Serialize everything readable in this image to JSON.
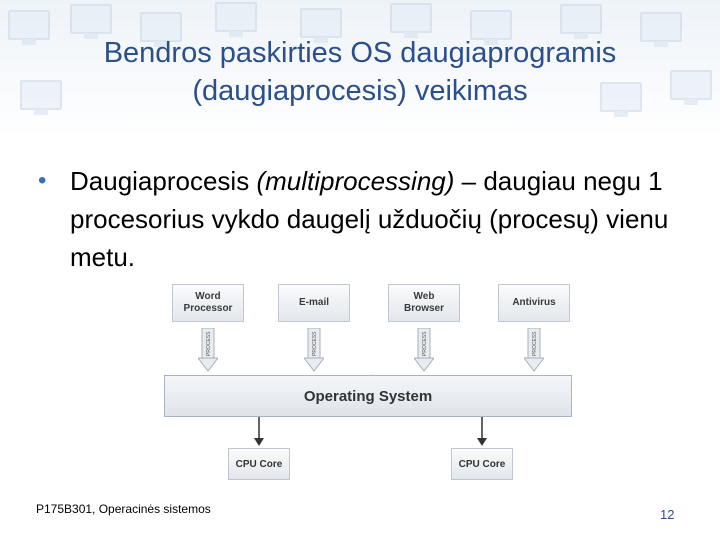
{
  "slide": {
    "title_line1": "Bendros paskirties OS daugiaprogramis",
    "title_line2": "(daugiaprocesis) veikimas",
    "bullet": {
      "term": "Daugiaprocesis",
      "term_en": "(multiprocessing)",
      "text_rest": " – daugiau negu 1 procesorius vykdo daugelį užduočių (procesų) vienu metu."
    }
  },
  "diagram": {
    "apps": [
      {
        "line1": "Word",
        "line2": "Processor"
      },
      {
        "line1": "E-mail",
        "line2": ""
      },
      {
        "line1": "Web",
        "line2": "Browser"
      },
      {
        "line1": "Antivirus",
        "line2": ""
      }
    ],
    "process_label": "PROCESS",
    "os_label": "Operating System",
    "cpus": [
      "CPU Core",
      "CPU Core"
    ]
  },
  "footer": {
    "course": "P175B301, Operacinės sistemos",
    "page": "12"
  }
}
